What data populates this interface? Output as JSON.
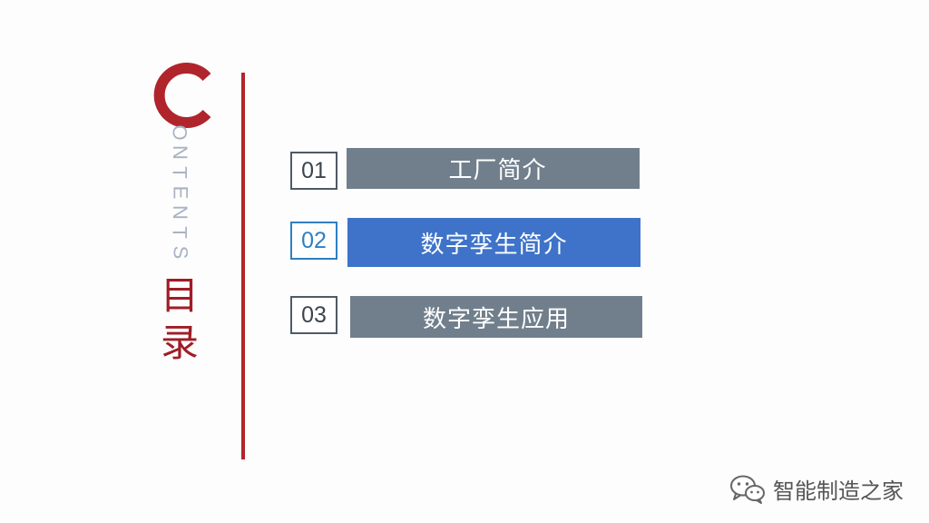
{
  "side": {
    "big_letter": "C",
    "vertical_letters": [
      "O",
      "N",
      "T",
      "E",
      "N",
      "T",
      "S"
    ],
    "title_chars": [
      "目",
      "录"
    ],
    "accent_color": "#b0252b",
    "letters_color": "#a8b3c3"
  },
  "items": [
    {
      "number": "01",
      "label": "工厂简介",
      "state": "normal"
    },
    {
      "number": "02",
      "label": "数字孪生简介",
      "state": "active"
    },
    {
      "number": "03",
      "label": "数字孪生应用",
      "state": "normal"
    }
  ],
  "colors": {
    "bar_gray": "#717f8c",
    "bar_blue": "#3f73c9",
    "active_number": "#2f7fc0"
  },
  "watermark": {
    "icon": "wechat-icon",
    "text": "智能制造之家"
  }
}
